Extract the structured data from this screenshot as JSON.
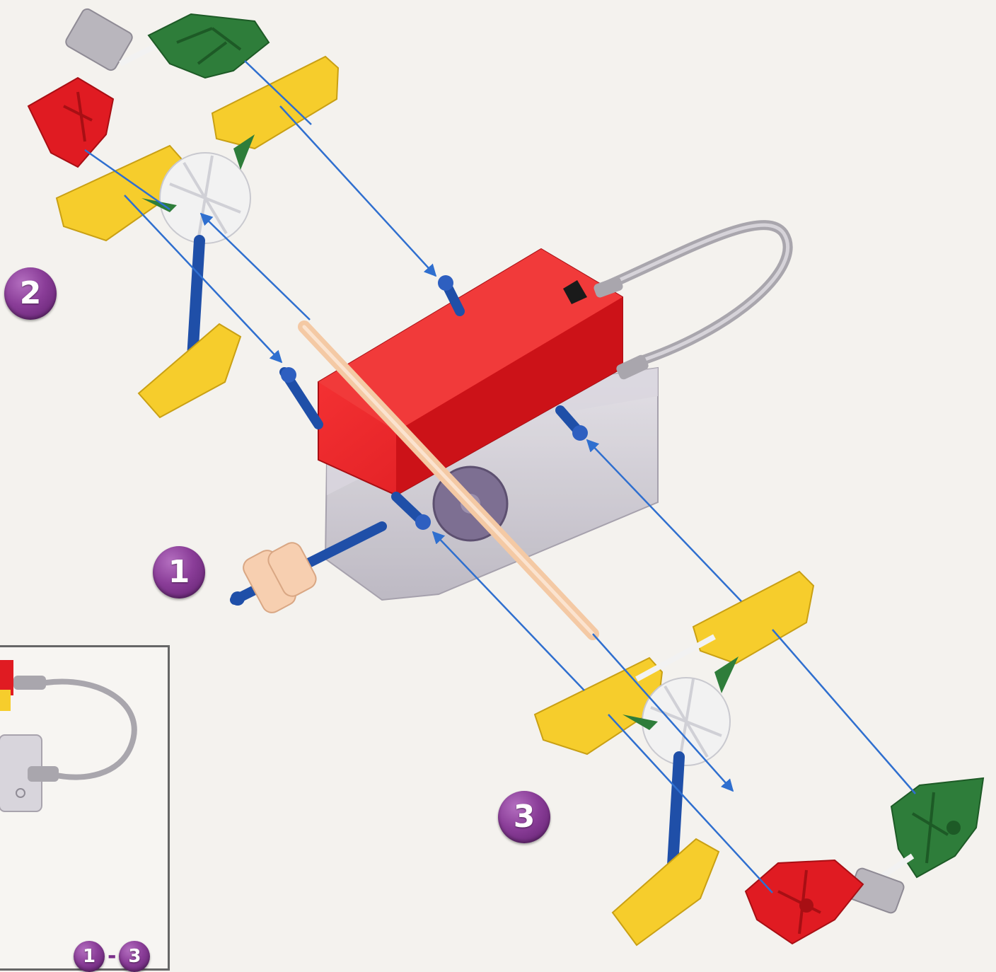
{
  "steps": [
    {
      "number": "1"
    },
    {
      "number": "2"
    },
    {
      "number": "3"
    }
  ],
  "inset": {
    "range_start": "1",
    "range_separator": "-",
    "range_end": "3"
  },
  "colors": {
    "background": "#f4f2ee",
    "badge": "#8a3d98",
    "arrow": "#2f6fcf",
    "motor_red": "#e01b22",
    "connector_yellow": "#f6cd2c",
    "connector_white": "#f2f2f2",
    "connector_green": "#2e7d3a",
    "connector_red": "#e01b22",
    "rod_blue": "#1f4fa8",
    "rod_tan": "#f4c9a4",
    "gearbox_gray": "#c9c5cf",
    "cable_gray": "#a9a6ad"
  }
}
